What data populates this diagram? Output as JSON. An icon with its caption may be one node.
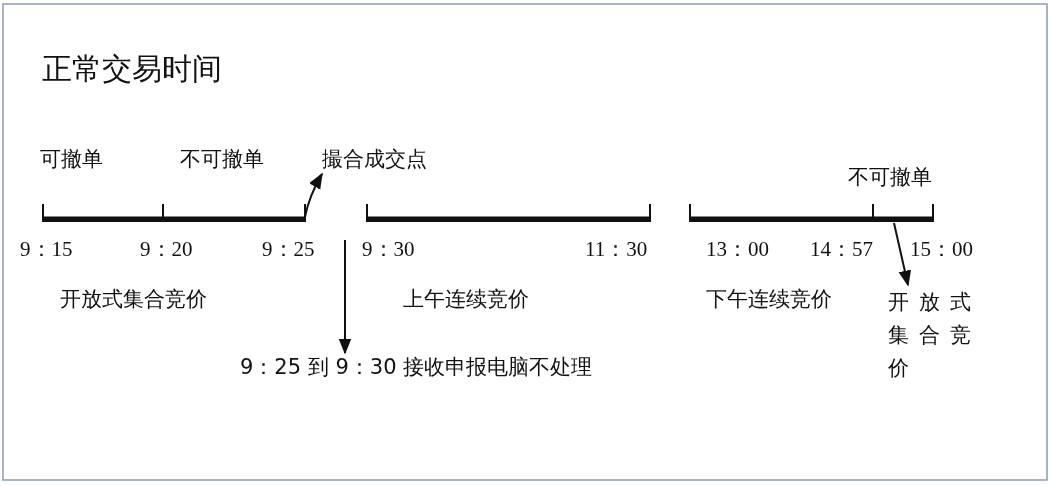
{
  "diagram": {
    "title": "正常交易时间",
    "nodes": [
      {
        "text": [
          "撮合成交点"
        ]
      },
      {
        "text": [
          "9：25 到 9：30 接收申报电脑不处理"
        ]
      },
      {
        "text": [
          "开放式集合竞价"
        ]
      }
    ],
    "edges": [
      {
        "from": null,
        "to": 0,
        "arrow": "to"
      },
      {
        "from": null,
        "to": 1,
        "arrow": "to"
      },
      {
        "from": null,
        "to": 2,
        "arrow": "to"
      }
    ],
    "labels": [
      "可撤单",
      "不可撤单",
      "不可撤单",
      "9：15",
      "9：20",
      "9：25",
      "9：30",
      "11：30",
      "13：00",
      "14：57",
      "15：00",
      "开放式集合竞价",
      "上午连续竞价",
      "下午连续竞价"
    ]
  }
}
